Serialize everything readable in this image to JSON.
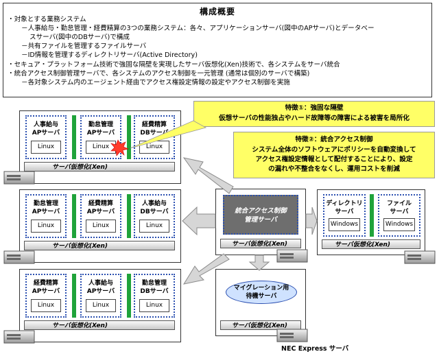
{
  "summary": {
    "title": "構成概要",
    "lines": [
      "・対象とする業務システム",
      "－人事給与・勤怠管理・経費精算の3つの業務システム：各々、アプリケーションサーバ(図中のAPサーバ)とデータベー",
      "スサーバ(図中のDBサーバ)で構成",
      "－共有ファイルを管理するファイルサーバ",
      "－ID情報を管理するディレクトリサーバ(Active Directory)",
      "・セキュア・プラットフォーム技術で強固な隔壁を実現したサーバ仮想化(Xen)技術で、各システムをサーバ統合",
      "・統合アクセス制御管理サーバで、各システムのアクセス制御を一元管理 (通常は個別のサーバで構築)",
      "－各対象システム内のエージェント経由でアクセス権設定情報の設定やアクセス制御を実施"
    ]
  },
  "feature1": {
    "title": "特徴①：強固な隔壁",
    "body": "仮想サーバの性能独占やハード故障等の障害による被害を局所化"
  },
  "feature2": {
    "title": "特徴②：統合アクセス制御",
    "lines": [
      "システム全体のソフトウェアにポリシーを自動変換して",
      "アクセス権設定情報として配付することにより、設定",
      "の漏れや不整合をなくし、運用コストを削減"
    ]
  },
  "servers": {
    "s1": {
      "apps": [
        {
          "label1": "人事給与",
          "label2": "APサーバ",
          "os": "Linux"
        },
        {
          "label1": "勤怠管理",
          "label2": "APサーバ",
          "os": "Linux"
        },
        {
          "label1": "経費精算",
          "label2": "DBサーバ",
          "os": "Linux"
        }
      ],
      "virt": "サーバ仮想化(Xen)"
    },
    "s2": {
      "apps": [
        {
          "label1": "勤怠管理",
          "label2": "APサーバ",
          "os": "Linux"
        },
        {
          "label1": "経費精算",
          "label2": "APサーバ",
          "os": "Linux"
        },
        {
          "label1": "人事給与",
          "label2": "DBサーバ",
          "os": "Linux"
        }
      ],
      "virt": "サーバ仮想化(Xen)"
    },
    "s3": {
      "apps": [
        {
          "label1": "経費精算",
          "label2": "APサーバ",
          "os": "Linux"
        },
        {
          "label1": "人事給与",
          "label2": "APサーバ",
          "os": "Linux"
        },
        {
          "label1": "勤怠管理",
          "label2": "DBサーバ",
          "os": "Linux"
        }
      ],
      "virt": "サーバ仮想化(Xen)"
    },
    "mgmt": {
      "label1": "統合アクセス制御",
      "label2": "管理サーバ",
      "virt": "サーバ仮想化(Xen)"
    },
    "dir": {
      "apps": [
        {
          "label1": "ディレクトリ",
          "label2": "サーバ",
          "os": "Windows"
        },
        {
          "label1": "ファイル",
          "label2": "サーバ",
          "os": "Windows"
        }
      ],
      "virt": "サーバ仮想化(Xen)"
    },
    "migration": {
      "label1": "マイグレーション用",
      "label2": "待機サーバ",
      "virt": "サーバ仮想化(Xen)"
    }
  },
  "hardware_label": "NEC Express サーバ"
}
